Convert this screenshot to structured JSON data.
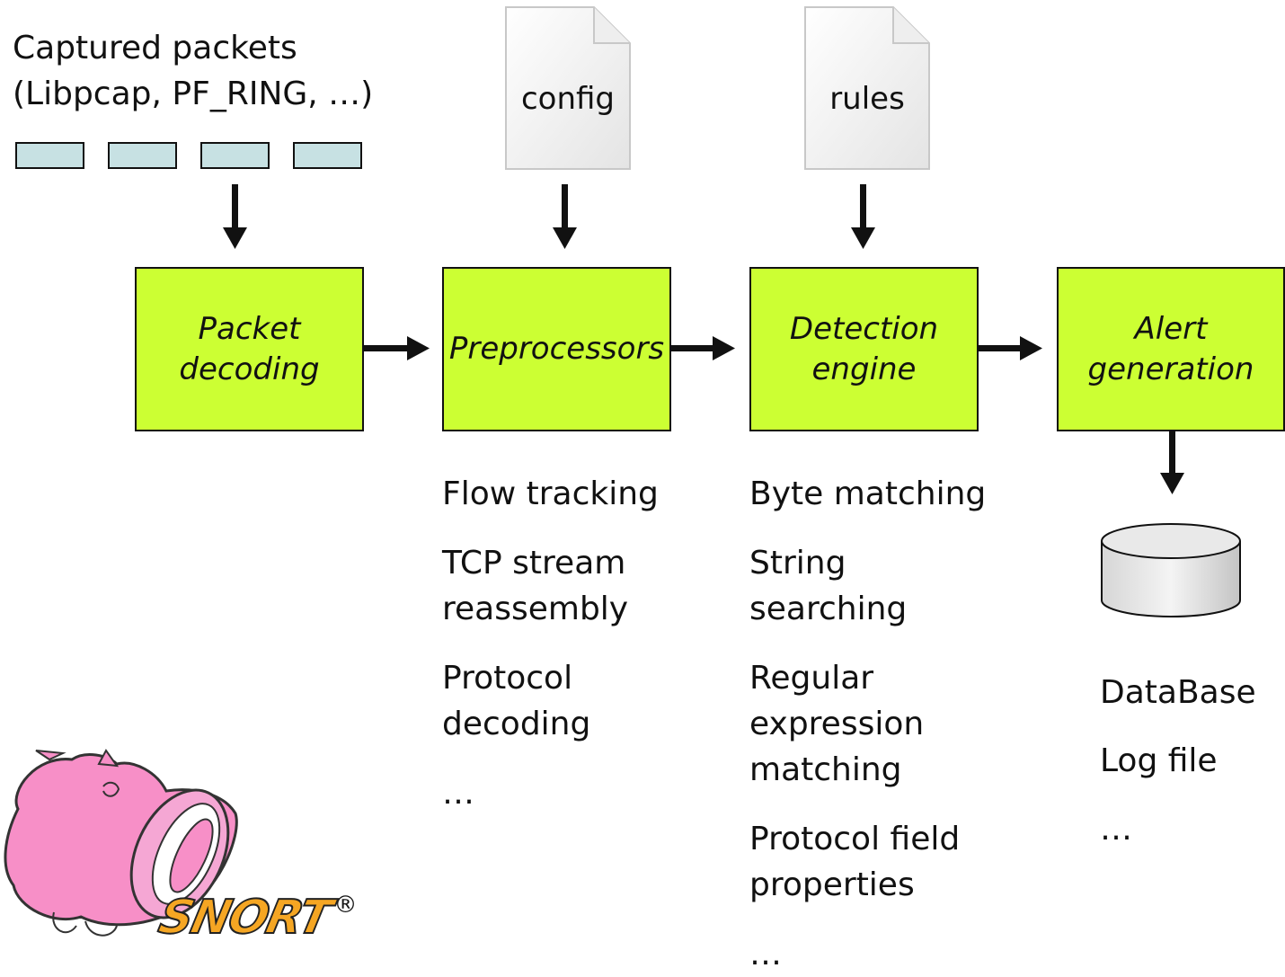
{
  "input": {
    "title_lines": [
      "Captured packets",
      "(Libpcap, PF_RING, …)"
    ]
  },
  "files": {
    "config_label": "config",
    "rules_label": "rules"
  },
  "stages": [
    {
      "lines": [
        "Packet",
        "decoding"
      ]
    },
    {
      "lines": [
        "Preprocessors"
      ]
    },
    {
      "lines": [
        "Detection",
        "engine"
      ]
    },
    {
      "lines": [
        "Alert",
        "generation"
      ]
    }
  ],
  "preprocessor_features": [
    [
      "Flow tracking"
    ],
    [
      "TCP stream",
      "reassembly"
    ],
    [
      "Protocol",
      "decoding"
    ],
    [
      "…"
    ]
  ],
  "detection_features": [
    [
      "Byte matching"
    ],
    [
      "String",
      "searching"
    ],
    [
      "Regular",
      "expression",
      "matching"
    ],
    [
      "Protocol field",
      "properties"
    ],
    [
      "…"
    ]
  ],
  "outputs": [
    "DataBase",
    "Log file",
    "…"
  ],
  "logo": {
    "text": "SNORT",
    "registered_mark": "®"
  },
  "colors": {
    "stage_fill": "#ccff33",
    "packet_fill": "#c7e1e3",
    "logo_pink": "#f78fc7",
    "logo_text": "#f5a623"
  }
}
